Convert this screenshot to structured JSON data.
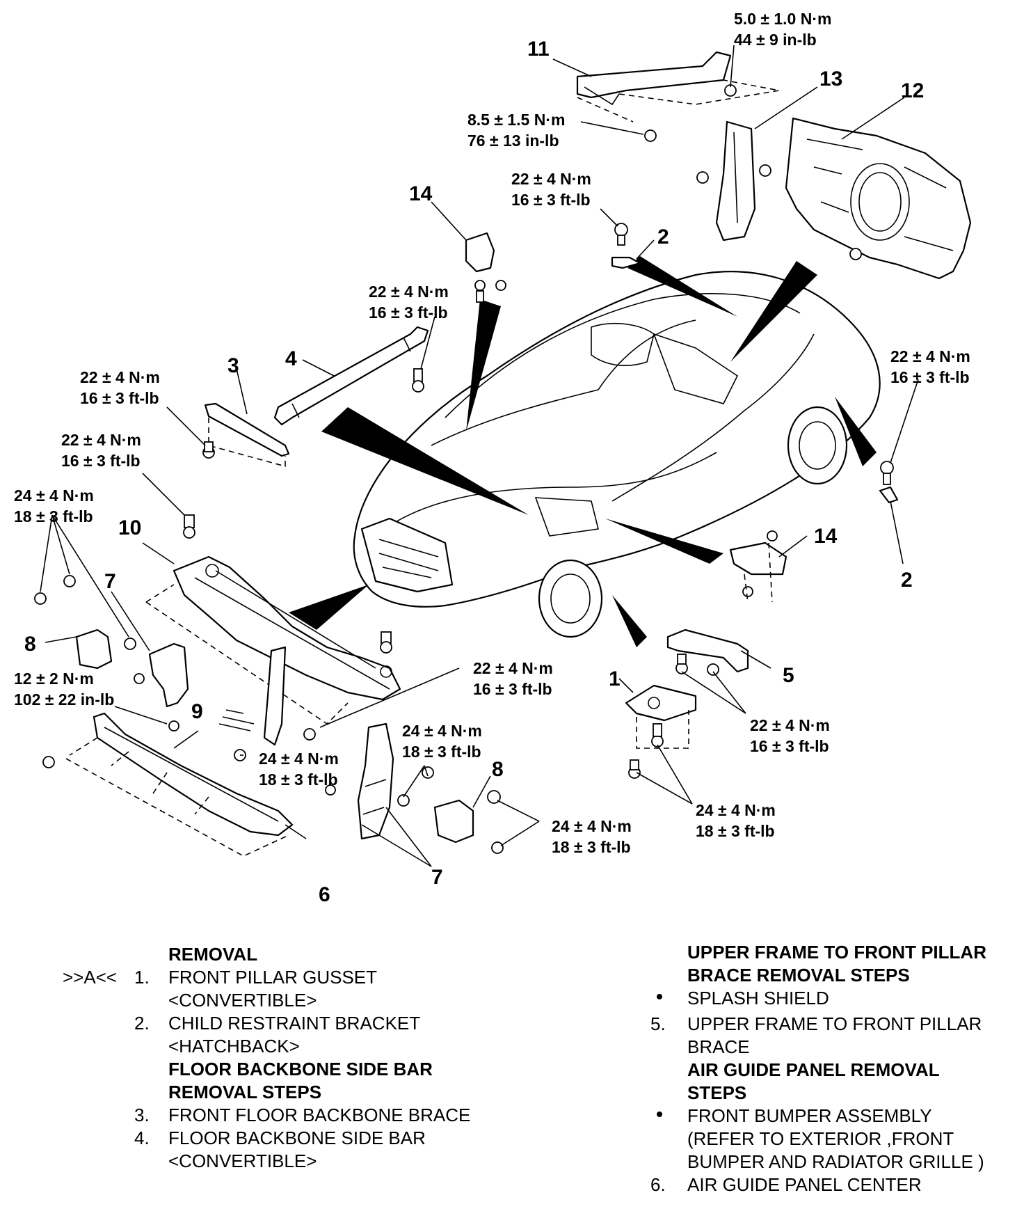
{
  "figure_id": "AC511075AB",
  "callouts": {
    "c1": "1",
    "c2a": "2",
    "c2b": "2",
    "c3": "3",
    "c4": "4",
    "c5": "5",
    "c6": "6",
    "c7a": "7",
    "c7b": "7",
    "c8a": "8",
    "c8b": "8",
    "c9": "9",
    "c10": "10",
    "c11": "11",
    "c12": "12",
    "c13": "13",
    "c14a": "14",
    "c14b": "14"
  },
  "torque_specs": [
    {
      "metric": "5.0 ± 1.0 N·m",
      "imperial": "44 ± 9 in-lb"
    },
    {
      "metric": "8.5 ± 1.5 N·m",
      "imperial": "76 ± 13 in-lb"
    },
    {
      "metric": "22 ± 4 N·m",
      "imperial": "16 ± 3 ft-lb"
    },
    {
      "metric": "22 ± 4 N·m",
      "imperial": "16 ± 3 ft-lb"
    },
    {
      "metric": "22 ± 4 N·m",
      "imperial": "16 ± 3 ft-lb"
    },
    {
      "metric": "22 ± 4 N·m",
      "imperial": "16 ± 3 ft-lb"
    },
    {
      "metric": "22 ± 4 N·m",
      "imperial": "16 ± 3 ft-lb"
    },
    {
      "metric": "24 ± 4 N·m",
      "imperial": "18 ± 3 ft-lb"
    },
    {
      "metric": "22 ± 4 N·m",
      "imperial": "16 ± 3 ft-lb"
    },
    {
      "metric": "22 ± 4 N·m",
      "imperial": "16 ± 3 ft-lb"
    },
    {
      "metric": "12 ± 2 N·m",
      "imperial": "102 ± 22 in-lb"
    },
    {
      "metric": "24 ± 4 N·m",
      "imperial": "18 ± 3 ft-lb"
    },
    {
      "metric": "24 ± 4 N·m",
      "imperial": "18 ± 3 ft-lb"
    },
    {
      "metric": "24 ± 4 N·m",
      "imperial": "18 ± 3 ft-lb"
    },
    {
      "metric": "24 ± 4 N·m",
      "imperial": "18 ± 3 ft-lb"
    }
  ],
  "left_list": {
    "heading": "REMOVAL",
    "items": [
      {
        "marker": ">>A<<",
        "no": "1.",
        "lines": [
          "FRONT PILLAR GUSSET",
          "<CONVERTIBLE>"
        ]
      },
      {
        "marker": "",
        "no": "2.",
        "lines": [
          "CHILD RESTRAINT BRACKET",
          "<HATCHBACK>"
        ]
      }
    ],
    "subheading": [
      "FLOOR BACKBONE SIDE BAR",
      "REMOVAL STEPS"
    ],
    "items2": [
      {
        "no": "3.",
        "lines": [
          "FRONT FLOOR BACKBONE BRACE"
        ]
      },
      {
        "no": "4.",
        "lines": [
          "FLOOR BACKBONE SIDE BAR",
          "<CONVERTIBLE>"
        ]
      }
    ]
  },
  "right_list": {
    "heading": [
      "UPPER FRAME TO FRONT PILLAR",
      "BRACE REMOVAL STEPS"
    ],
    "bullet1": "SPLASH SHIELD",
    "item5": {
      "no": "5.",
      "lines": [
        "UPPER FRAME TO FRONT PILLAR",
        "BRACE"
      ]
    },
    "subheading": [
      "AIR GUIDE PANEL REMOVAL",
      "STEPS"
    ],
    "bullet2": [
      "FRONT BUMPER ASSEMBLY",
      "(REFER TO EXTERIOR ,FRONT",
      " BUMPER AND RADIATOR GRILLE )"
    ],
    "item6": {
      "no": "6.",
      "lines": [
        "AIR GUIDE PANEL CENTER"
      ]
    }
  }
}
